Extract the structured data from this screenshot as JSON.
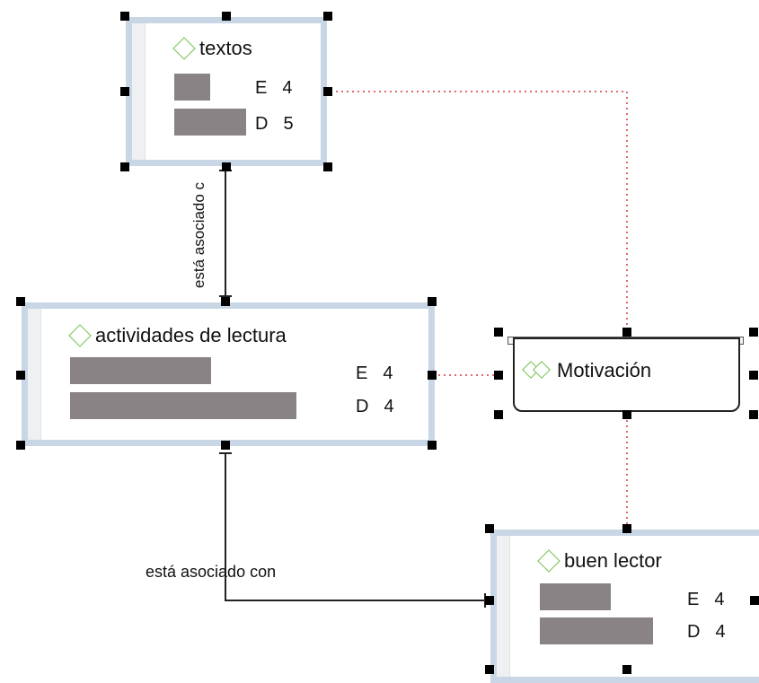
{
  "nodes": {
    "textos": {
      "title": "textos",
      "e_label": "E",
      "e_value": "4",
      "d_label": "D",
      "d_value": "5"
    },
    "actividades": {
      "title": "actividades de lectura",
      "e_label": "E",
      "e_value": "4",
      "d_label": "D",
      "d_value": "4"
    },
    "buen_lector": {
      "title": "buen lector",
      "e_label": "E",
      "e_value": "4",
      "d_label": "D",
      "d_value": "4"
    }
  },
  "group": {
    "title": "Motivación"
  },
  "relations": {
    "vertical_label": "está asociado c",
    "horizontal_label": "está asociado con"
  },
  "colors": {
    "frame": "#c8d6e6",
    "bar": "#8a8386",
    "diamond": "#74c04d",
    "dotted_link": "#e06a6a"
  }
}
